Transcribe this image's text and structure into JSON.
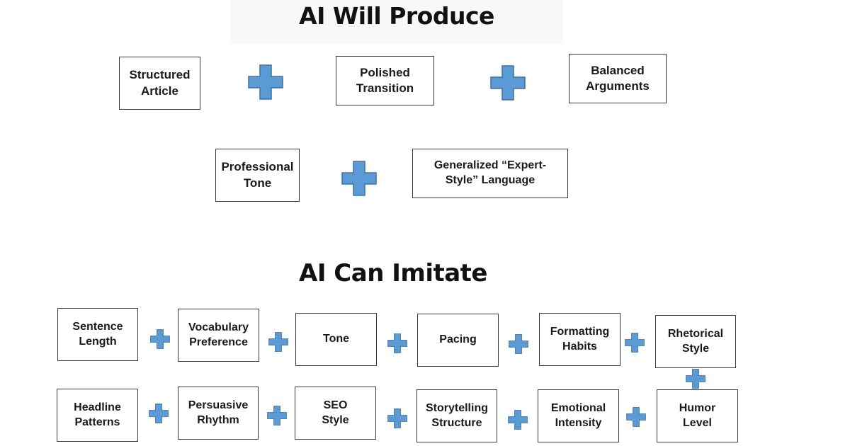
{
  "produce": {
    "title": "AI Will Produce",
    "items": [
      "Structured\nArticle",
      "Polished\nTransition",
      "Balanced\nArguments",
      "Professional\nTone",
      "Generalized “Expert-\nStyle” Language"
    ]
  },
  "imitate": {
    "title": "AI Can Imitate",
    "row1": [
      "Sentence\nLength",
      "Vocabulary\nPreference",
      "Tone",
      "Pacing",
      "Formatting\nHabits",
      "Rhetorical\nStyle"
    ],
    "row2": [
      "Headline\nPatterns",
      "Persuasive\nRhythm",
      "SEO\nStyle",
      "Storytelling\nStructure",
      "Emotional\nIntensity",
      "Humor\nLevel"
    ]
  },
  "colors": {
    "plus_fill": "#5b9bd5",
    "plus_stroke": "#41719c",
    "box_border": "#3a3a3a"
  },
  "icons": {
    "connector": "plus-icon"
  }
}
